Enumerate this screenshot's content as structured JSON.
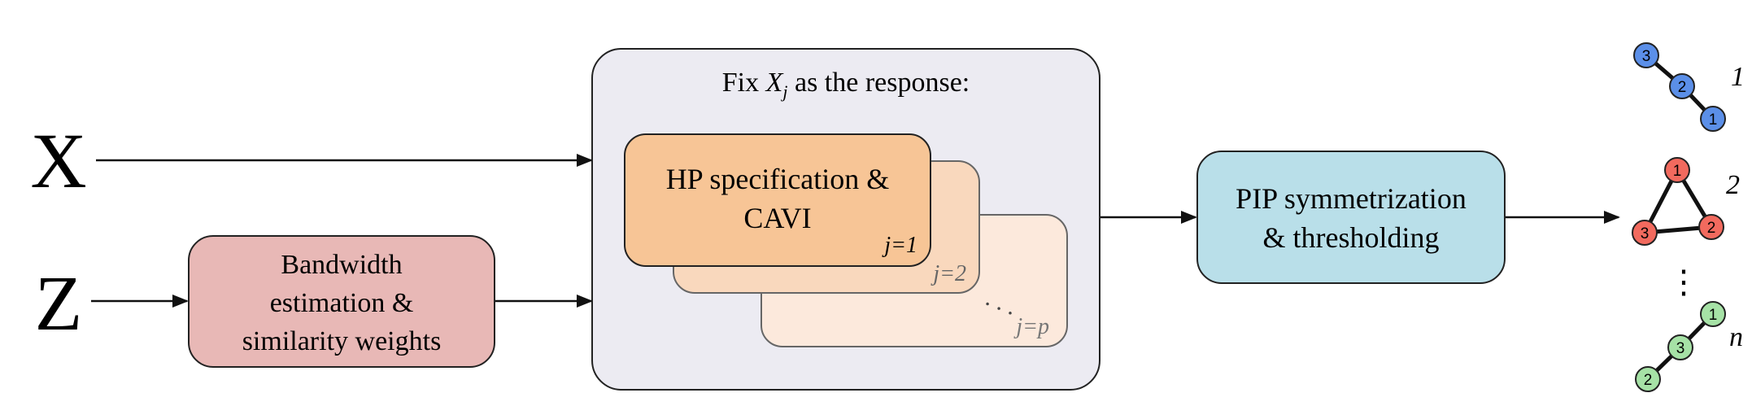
{
  "inputs": {
    "x_label": "X",
    "z_label": "Z"
  },
  "bandwidth_box": {
    "lines": [
      "Bandwidth",
      "estimation &",
      "similarity weights"
    ],
    "fill": "#e8b8b6"
  },
  "fix_box": {
    "title_prefix": "Fix ",
    "title_var": "X",
    "title_sub": "j",
    "title_suffix": " as the response:",
    "fill": "#ecebf2"
  },
  "cards": [
    {
      "lines": [
        "HP specification &",
        "CAVI"
      ],
      "index_label": "j=1",
      "fill": "#f7c596"
    },
    {
      "lines": [],
      "index_label": "j=2",
      "fill": "#f9d8bd"
    },
    {
      "lines": [],
      "index_label": "j=p",
      "fill": "#fce9dc"
    }
  ],
  "card_dots": ". . .",
  "pip_box": {
    "lines": [
      "PIP symmetrization",
      "& thresholding"
    ],
    "fill": "#b9dfe9"
  },
  "graphs": [
    {
      "label": "1",
      "color": "#5b8fe8",
      "nodes": [
        "3",
        "2",
        "1"
      ]
    },
    {
      "label": "2",
      "color": "#f26a5e",
      "nodes": [
        "1",
        "2",
        "3"
      ]
    },
    {
      "label": "n",
      "color": "#a6e2a6",
      "nodes": [
        "1",
        "3",
        "2"
      ]
    }
  ],
  "vertical_dots": "⋮"
}
